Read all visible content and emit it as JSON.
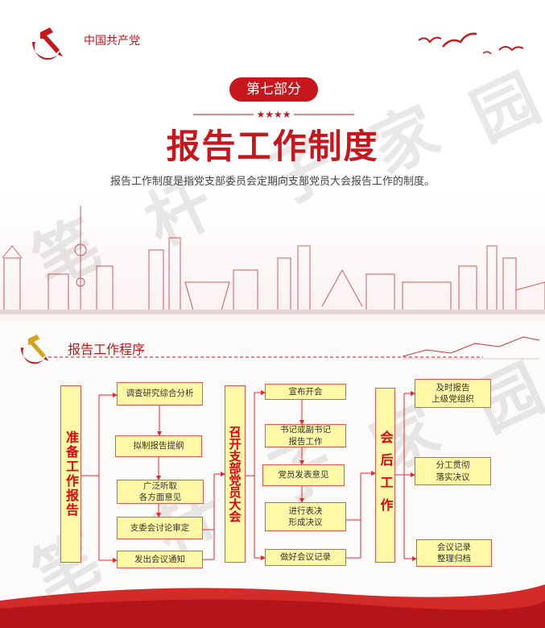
{
  "header": {
    "party_name": "中国共产党",
    "part_badge": "第七部分",
    "title": "报告工作制度",
    "subtitle": "报告工作制度是指党支部委员会定期向支部党员大会报告工作的制度。"
  },
  "watermark": [
    "笔",
    "杆",
    "子",
    "家",
    "园"
  ],
  "section": {
    "title": "报告工作程序"
  },
  "flow": {
    "col1": "准备工作报告",
    "col1_steps": [
      "调查研究综合分析",
      "拟制报告提纲",
      "广泛听取\n各方面意见",
      "支委会讨论审定",
      "发出会议通知"
    ],
    "col2": "召开支部党员大会",
    "col2_steps": [
      "宣布开会",
      "书记或副书记\n报告工作",
      "党员发表意见",
      "进行表决\n形成决议",
      "做好会议记录"
    ],
    "col3": "会后工作",
    "col3_steps": [
      "及时报告\n上级党组织",
      "分工贯彻\n落实决议",
      "会议记录\n整理归档"
    ]
  },
  "colors": {
    "red": "#c8161d",
    "box_fill": "#fff8a6",
    "box_border": "#e8564f"
  }
}
